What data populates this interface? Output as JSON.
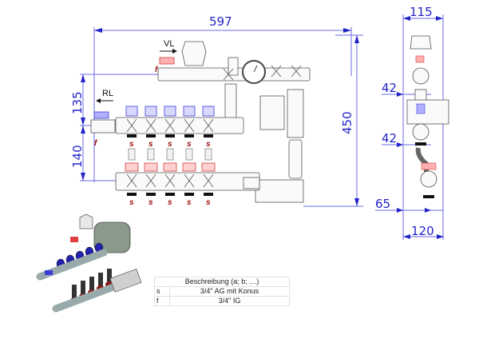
{
  "dimensions": {
    "width_front": "597",
    "height_total": "450",
    "upper_spacing": "135",
    "lower_spacing": "140",
    "side_width_top": "115",
    "side_width_bottom": "120",
    "side_offset_1": "42",
    "side_offset_2": "42",
    "side_offset_3": "65"
  },
  "flow_labels": {
    "supply": "VL",
    "return": "RL"
  },
  "connection_marks": {
    "cone": "s",
    "female": "f"
  },
  "manifold": {
    "outlet_count": 5
  },
  "legend": {
    "header": "Beschreibung (a; b; …)",
    "rows": [
      {
        "key": "s",
        "desc": "3/4\" AG mit Konus"
      },
      {
        "key": "f",
        "desc": "3/4\" IG"
      }
    ]
  },
  "colors": {
    "dimension": "#2323c8",
    "supply_valve": "#e04040",
    "return_valve": "#3c3cd8",
    "mark": "#a01010"
  }
}
